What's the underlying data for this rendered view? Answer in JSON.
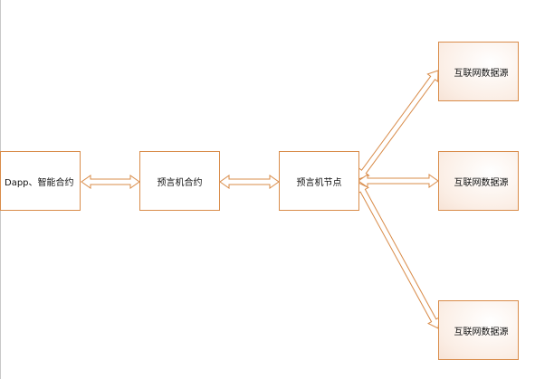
{
  "diagram": {
    "nodes": {
      "dapp": {
        "label": "Dapp、智能合约"
      },
      "oracle_contract": {
        "label": "预言机合约"
      },
      "oracle_node": {
        "label": "预言机节点"
      },
      "datasource_top": {
        "label": "互联网数据源"
      },
      "datasource_middle": {
        "label": "互联网数据源"
      },
      "datasource_bottom": {
        "label": "互联网数据源"
      }
    },
    "edges": [
      {
        "from": "dapp",
        "to": "oracle_contract",
        "style": "bidirectional-hollow-arrow"
      },
      {
        "from": "oracle_contract",
        "to": "oracle_node",
        "style": "bidirectional-hollow-arrow"
      },
      {
        "from": "oracle_node",
        "to": "datasource_top",
        "style": "bidirectional-hollow-arrow"
      },
      {
        "from": "oracle_node",
        "to": "datasource_middle",
        "style": "bidirectional-hollow-arrow"
      },
      {
        "from": "oracle_node",
        "to": "datasource_bottom",
        "style": "bidirectional-hollow-arrow"
      }
    ],
    "colors": {
      "stroke": "#d98c4a",
      "fill": "#ffffff",
      "text": "#111111"
    }
  }
}
